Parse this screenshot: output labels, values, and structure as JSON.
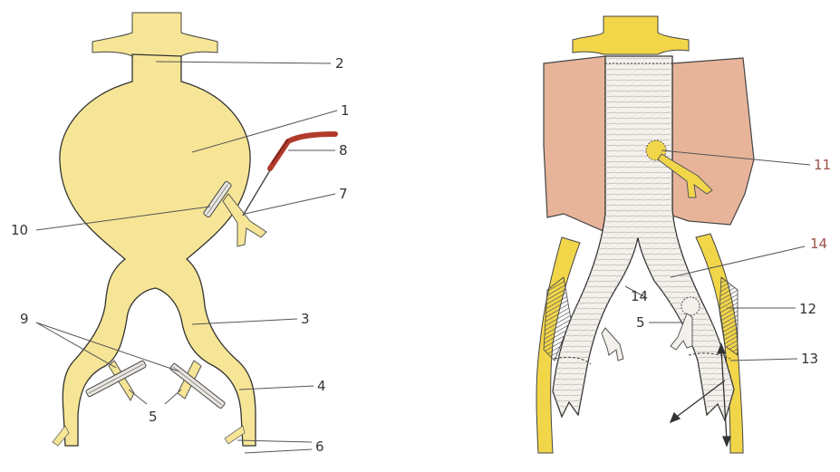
{
  "left_figure": {
    "labels": [
      "2",
      "1",
      "8",
      "7",
      "10",
      "3",
      "9",
      "4",
      "5",
      "6"
    ]
  },
  "right_figure": {
    "labels": [
      "11",
      "14",
      "14",
      "12",
      "5",
      "13"
    ]
  },
  "colors": {
    "vessel": "#f5e08a",
    "vessel_strong": "#efcf3c",
    "graft": "#f4f1ec",
    "muscle": "#e7b49a",
    "pencil": "#333333",
    "catheter": "#b23a2c",
    "label_red": "#9c5048"
  }
}
